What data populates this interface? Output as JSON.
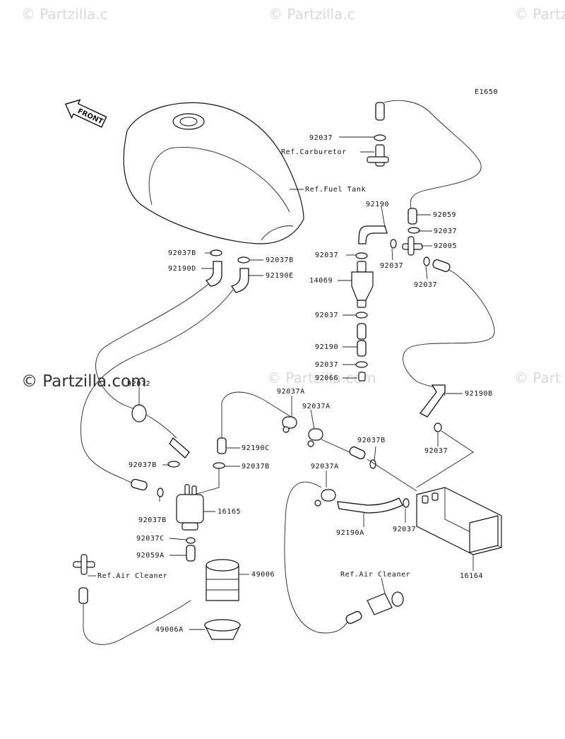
{
  "diagram_code": "E1650",
  "watermarks": {
    "main": "© Partzilla.com",
    "faint": [
      "© Partzilla.c",
      "© Partzilla.c",
      "© Partz",
      "© Partzilla.com",
      "© Part"
    ]
  },
  "front_marker": "FRONT",
  "labels": {
    "ref_carburetor": "Ref.Carburetor",
    "ref_fuel_tank": "Ref.Fuel Tank",
    "ref_air_cleaner_left": "Ref.Air Cleaner",
    "ref_air_cleaner_right": "Ref.Air Cleaner",
    "p92037_top": "92037",
    "p92190_top": "92190",
    "p92059": "92059",
    "p92037_r1": "92037",
    "p92005": "92005",
    "p92037_l1": "92037",
    "p92037_r2": "92037",
    "p92037_r3": "92037",
    "p14069": "14069",
    "p92037_mid": "92037",
    "p92190_mid": "92190",
    "p92037_low": "92037",
    "p92066": "92066",
    "p92037B_top": "92037B",
    "p92190D": "92190D",
    "p92037B_r": "92037B",
    "p92190E": "92190E",
    "p92072": "92072",
    "p92037A_1": "92037A",
    "p92037A_2": "92037A",
    "p92190B": "92190B",
    "p92190C": "92190C",
    "p92037B_a": "92037B",
    "p92037B_b": "92037B",
    "p92037B_c": "92037B",
    "p92037_br": "92037",
    "p92037A_3": "92037A",
    "p16165": "16165",
    "p92037B_d": "92037B",
    "p92190A": "92190A",
    "p92037_bot": "92037",
    "p92037C": "92037C",
    "p92059A": "92059A",
    "p49006": "49006",
    "p49006A": "49006A",
    "p16164": "16164"
  }
}
